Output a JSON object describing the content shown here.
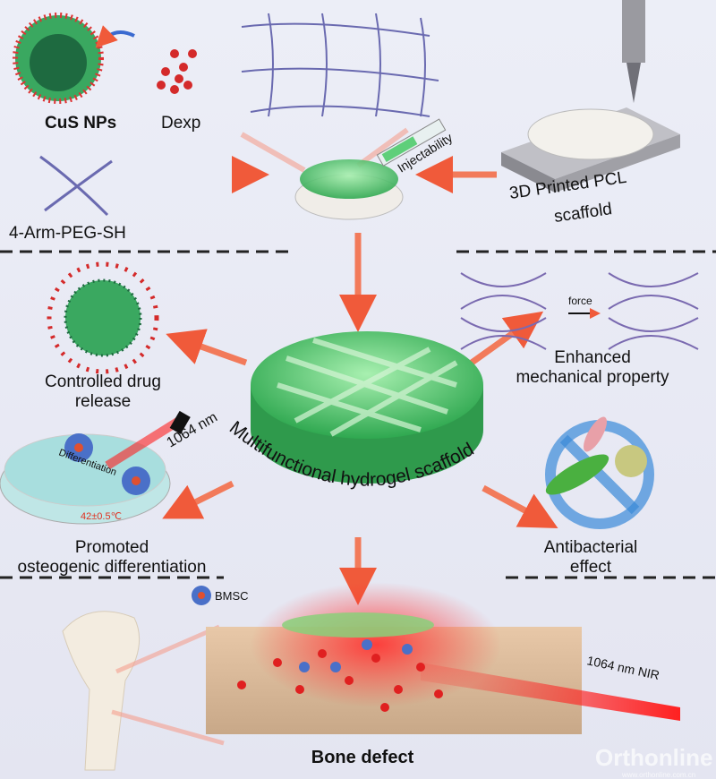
{
  "labels": {
    "cus_nps": "CuS NPs",
    "dexp": "Dexp",
    "peg": "4-Arm-PEG-SH",
    "injectability": "Injectability",
    "pcl_line1": "3D Printed PCL",
    "pcl_line2": "scaffold",
    "force": "force",
    "mech_line1": "Enhanced",
    "mech_line2": "mechanical property",
    "drug_line1": "Controlled drug",
    "drug_line2": "release",
    "laser_1064": "1064 nm",
    "differentiation": "Differentiation",
    "temperature": "42±0.5℃",
    "osteo_line1": "Promoted",
    "osteo_line2": "osteogenic differentiation",
    "scaffold_title": "Multifunctional hydrogel scaffold",
    "antibac_line1": "Antibacterial",
    "antibac_line2": "effect",
    "bmsc": "BMSC",
    "nir": "1064 nm NIR",
    "bone_defect": "Bone defect"
  },
  "watermark": {
    "brand": "Orthonline",
    "url": "www.orthonline.com.cn"
  },
  "colors": {
    "arrow": "#f26a4a",
    "hydrogel": "#5fcf7a",
    "laser": "#ff2020",
    "nanoparticle": "#d42a2a",
    "background": "#e7e8f3"
  }
}
